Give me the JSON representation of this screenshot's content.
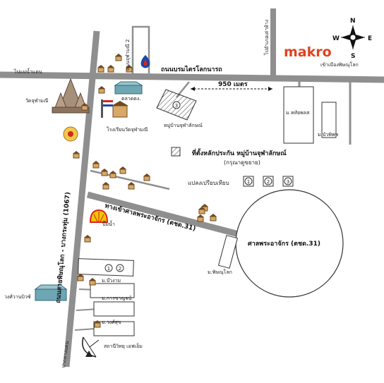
{
  "colors": {
    "road": "#8f8f8f",
    "makro": "#e2421f",
    "shell_yellow": "#f5c400",
    "shell_red": "#d9261c",
    "factory": "#6fa6b4",
    "house": "#d8a866",
    "pump_blue": "#1a49a8",
    "pump_red": "#d8261c"
  },
  "icons": [
    "compass-rose-icon",
    "makro-logo",
    "ptt-pump-icon",
    "shell-logo-icon",
    "temple-icon",
    "school-icon",
    "factory-icon",
    "house-icon",
    "satellite-dish-icon",
    "crest-icon"
  ],
  "compass": {
    "n": "N",
    "s": "S",
    "e": "E",
    "w": "W"
  },
  "brand": {
    "makro": "makro"
  },
  "roads": {
    "top_road": "ถนนบรมไตรโลกนารถ",
    "top_left_end": "ไปแม่น้ำแดน",
    "top_right_end": "เข้าเมืองพิษณุโลก",
    "side_road": "ถนนจุฬามณี 2",
    "right_vertical": "ไปอำเภอเต่าห้าง",
    "main_road": "ถนนสายพิษณุโลก - บางกระทุ่ม (1067)",
    "bottom_road": "ปากทางแดน",
    "diagonal_road": "ทางเข้าศาลพระอาจักร (ตชด.31)"
  },
  "distance": {
    "label": "950 เมตร"
  },
  "places": {
    "temple": "วัดจุฬามณี",
    "market": "ตลาดตง.",
    "school": "โรงเรียนวัดจุฬามณี",
    "project_top": "หมู่บ้านจุฬาลักษณ์",
    "village_haiphon": "ม.หทัยพลส",
    "village_bua": "ม.บัวพิพพ",
    "pump_station": "ปั๊มน้ำ",
    "court": "ศาลพระอาจักร (ตชด.31)",
    "village_phitsanulok": "ม.พิษณุโลก",
    "village_bowtham": "ม.บ๊วงาม",
    "village_karn": "ม.การชาญจน์",
    "village_wongsuk": "ม.วงศ์สุข",
    "factory_left": "วงศ์วานบิวซ์",
    "radio": "สถานีวิทยุ เอฟเอ็ม"
  },
  "legend": {
    "title": "ที่ตั้งหลักประกัน หมู่บ้านจุฬาลักษณ์",
    "subtitle": "(กรุณาดูขยาย)",
    "plots_label": "แปลงเปรียบเทียบ",
    "plots": [
      "1",
      "2",
      "3"
    ]
  },
  "plot_numbers": {
    "top": "3",
    "b1": "1",
    "b2": "2"
  }
}
